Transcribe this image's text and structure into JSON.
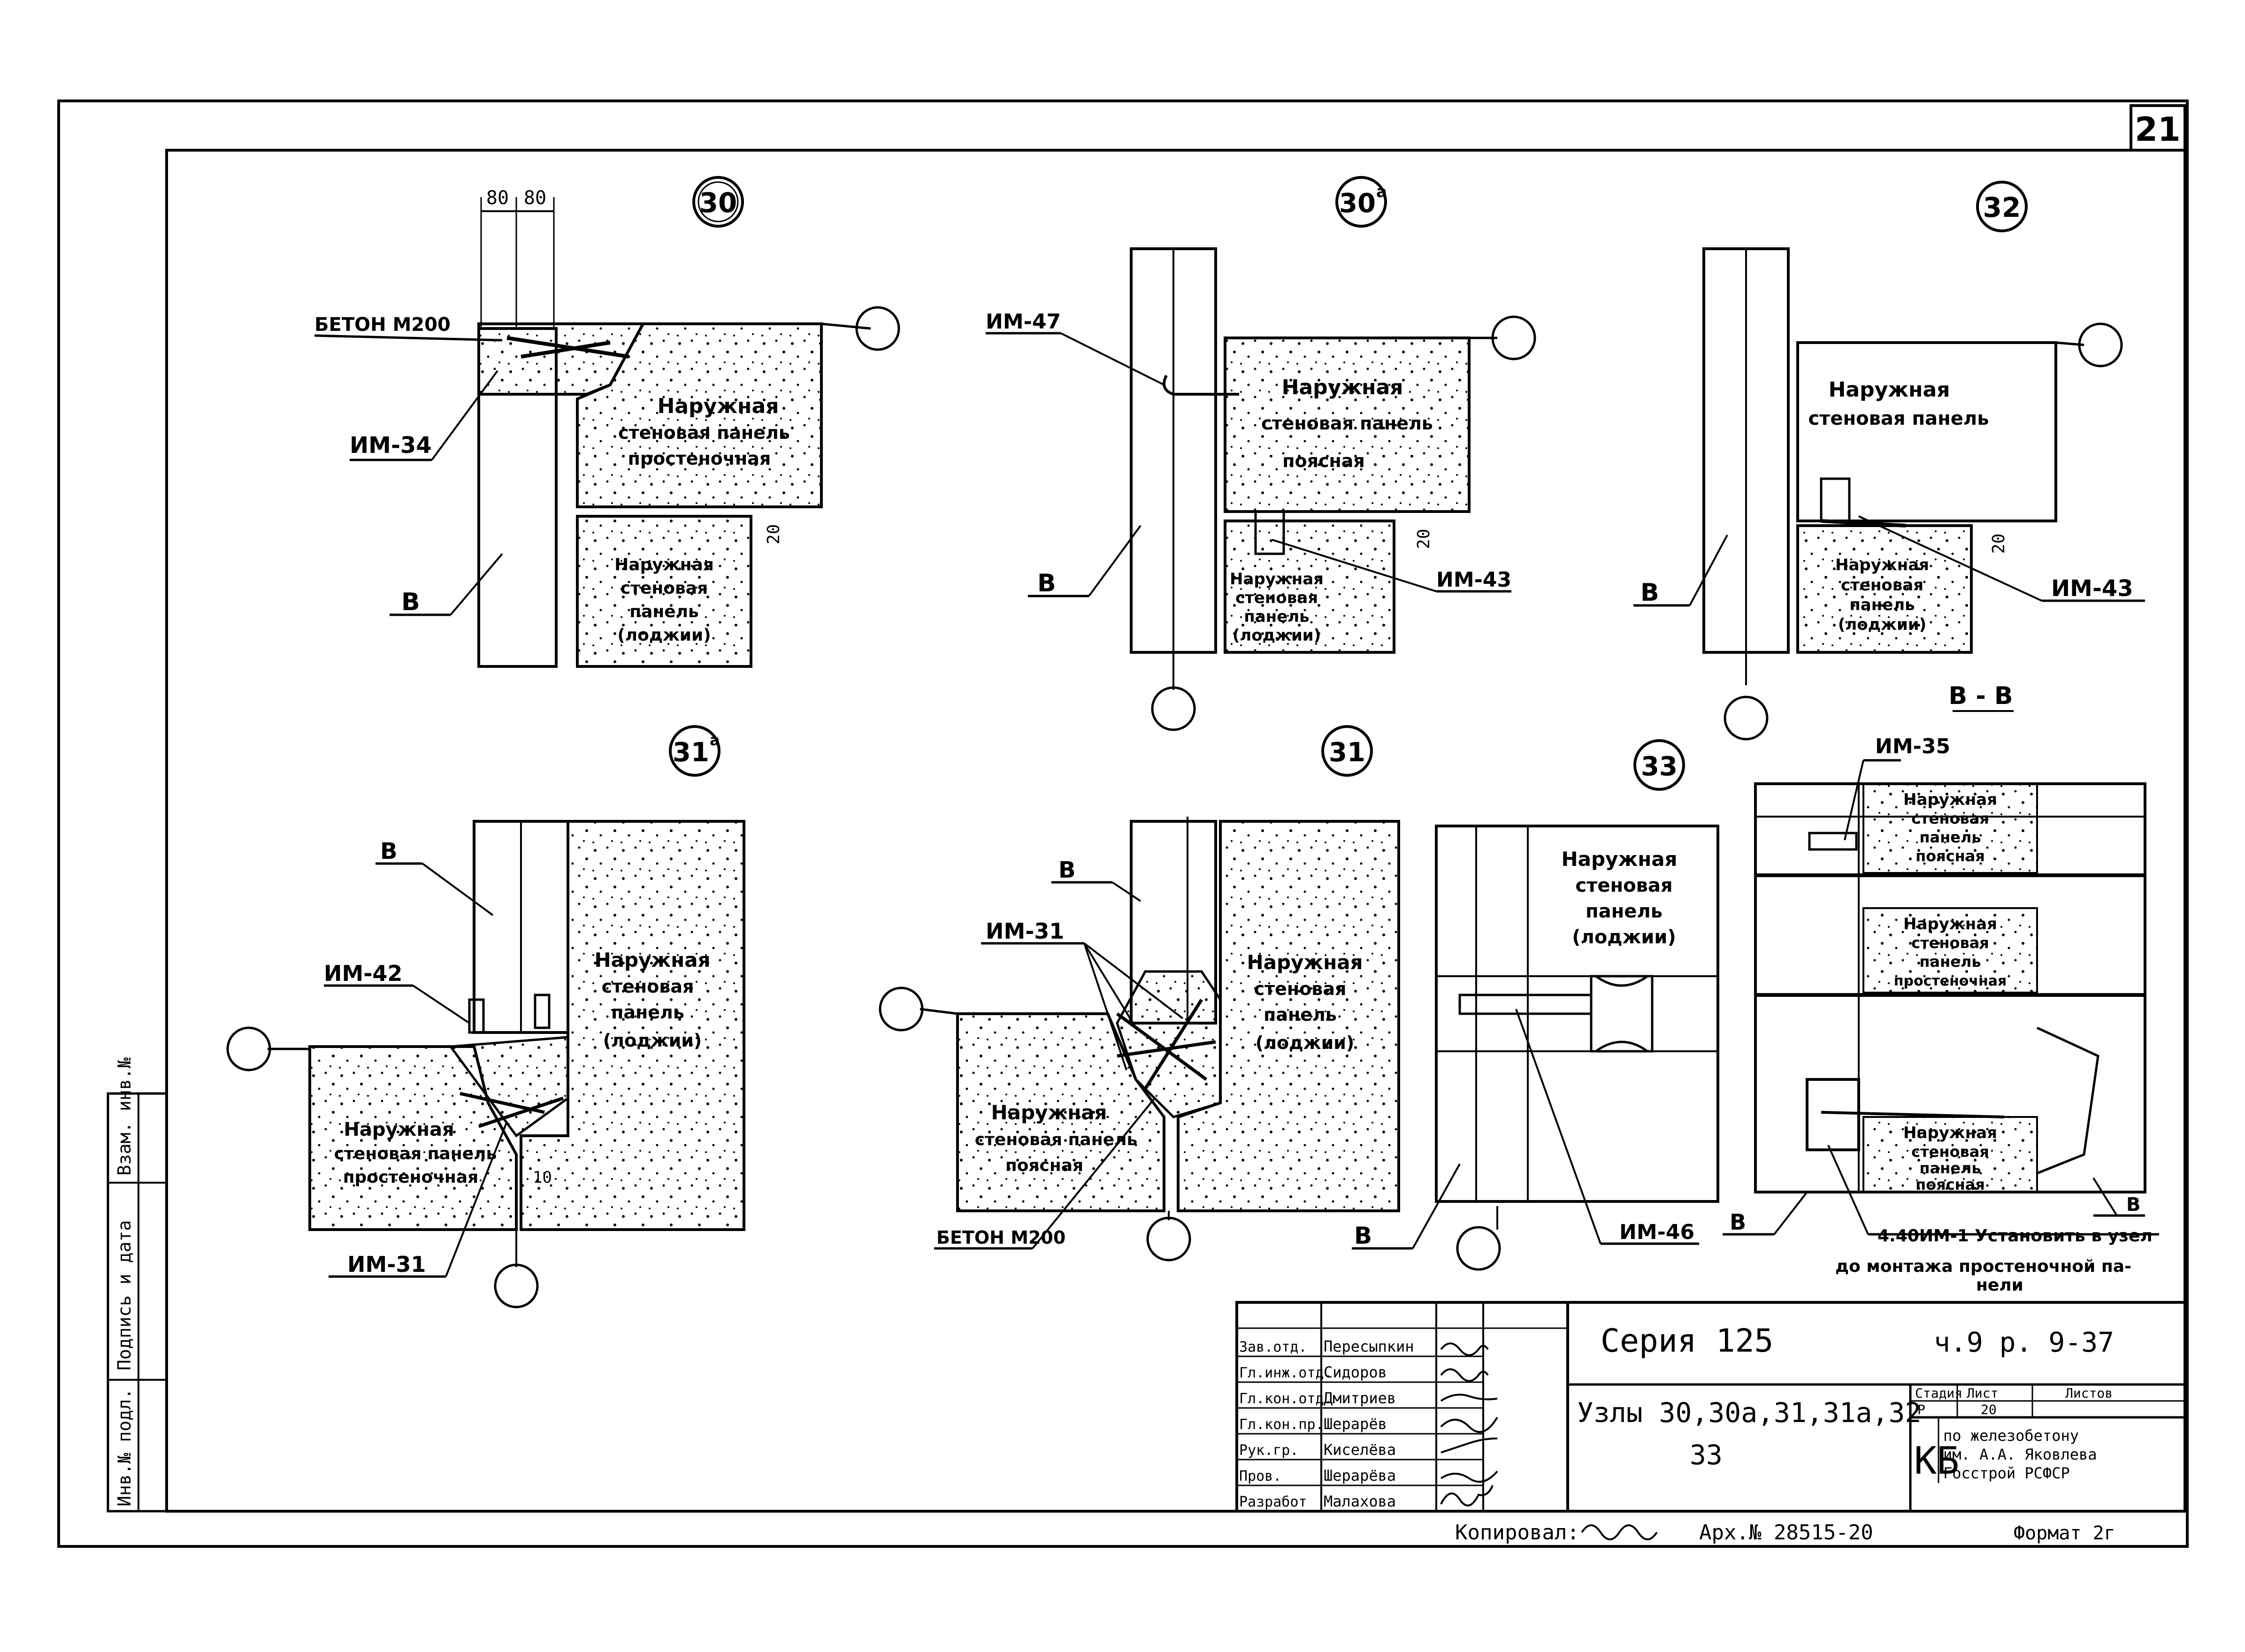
{
  "sheet_number": "21",
  "nodes": {
    "n30": {
      "num": "30",
      "dims": [
        "80",
        "80"
      ],
      "beton": "БЕТОН М200",
      "im": "ИМ-34",
      "b": "В",
      "panel_top": [
        "Наружная",
        "стеновая панель",
        "простеночная"
      ],
      "panel_bottom": [
        "Наружная",
        "стеновая",
        "панель",
        "(лоджии)"
      ],
      "gap": "20"
    },
    "n30a": {
      "num": "30",
      "num_sup": "а",
      "im_top": "ИМ-47",
      "im_bot": "ИМ-43",
      "b": "В",
      "panel_top": [
        "Наружная",
        "стеновая панель",
        "поясная"
      ],
      "panel_bottom": [
        "Наружная",
        "стеновая",
        "панель",
        "(лоджии)"
      ],
      "gap": "20"
    },
    "n32": {
      "num": "32",
      "im": "ИМ-43",
      "b": "В",
      "panel_top": [
        "Наружная",
        "стеновая панель"
      ],
      "panel_bottom": [
        "Наружная",
        "стеновая",
        "панель",
        "(лоджии)"
      ],
      "gap": "20"
    },
    "n31a": {
      "num": "31",
      "num_sup": "а",
      "b": "В",
      "im_top": "ИМ-42",
      "im_bot": "ИМ-31",
      "panel_right": [
        "Наружная",
        "стеновая",
        "панель",
        "(лоджии)"
      ],
      "panel_left": [
        "Наружная",
        "стеновая панель",
        "простеночная"
      ],
      "gap": "10"
    },
    "n31": {
      "num": "31",
      "b": "В",
      "im": "ИМ-31",
      "beton": "БЕТОН М200",
      "panel_right": [
        "Наружная",
        "стеновая",
        "панель",
        "(лоджии)"
      ],
      "panel_left": [
        "Наружная",
        "стеновая панель",
        "поясная"
      ]
    },
    "n33": {
      "num": "33",
      "b": "В",
      "im": "ИМ-46",
      "panel": [
        "Наружная",
        "стеновая",
        "панель",
        "(лоджии)"
      ]
    },
    "section": {
      "title": "В - В",
      "im": "ИМ-35",
      "b1": "В",
      "b2": "В",
      "panel1": [
        "Наружная",
        "стеновая",
        "панель",
        "поясная"
      ],
      "panel2": [
        "Наружная",
        "стеновая",
        "панель",
        "простеночная"
      ],
      "panel3": [
        "Наружная",
        "стеновая",
        "панель",
        "поясная"
      ],
      "note1": "4.40ИМ-1 Установить в узел",
      "note2": "до монтажа простеночной па-",
      "note3": "нели"
    }
  },
  "side_stamp": [
    "Инв.№ подл.",
    "Подпись и дата",
    "Взам. инв.№"
  ],
  "title_block": {
    "roles": [
      "Зав.отд.",
      "Гл.инж.отд.",
      "Гл.кон.отд.",
      "Гл.кон.пр.",
      "Рук.гр.",
      "Пров.",
      "Разработ"
    ],
    "names": [
      "Пересыпкин",
      "Сидоров",
      "Дмитриев",
      "Шерарёв",
      "Киселёва",
      "Шерарёва",
      "Малахова"
    ],
    "series": "Серия 125",
    "part": "ч.9 р. 9-37",
    "desc1": "Узлы 30,30а,31,31а,32",
    "desc2": "33",
    "col_stage": "Стадия",
    "col_sheet": "Лист",
    "col_sheets": "Листов",
    "stage": "Р",
    "sheet": "20",
    "kb": "КБ",
    "org1": "по железобетону",
    "org2": "им. А.А. Яковлева",
    "org3": "Госстрой РСФСР"
  },
  "footer": {
    "copied": "Копировал:",
    "arch": "Арх.№ 28515-20",
    "format": "Формат 2г"
  }
}
